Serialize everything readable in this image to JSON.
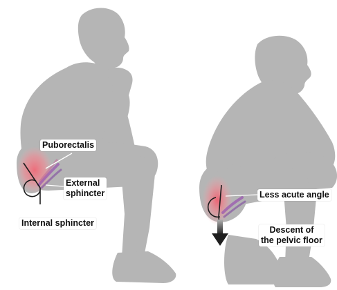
{
  "colors": {
    "silhouette": "#b5b5b5",
    "muscle_highlight": "#f06a78",
    "muscle_overlap": "#9a58b0",
    "line": "#1c1c1c",
    "label_bg": "#ffffff"
  },
  "left_figure": {
    "labels": {
      "puborectalis": "Puborectalis",
      "external_sphincter_1": "External",
      "external_sphincter_2": "sphincter",
      "internal_sphincter": "Internal sphincter"
    }
  },
  "right_figure": {
    "labels": {
      "less_acute_angle": "Less acute angle",
      "descent_1": "Descent of",
      "descent_2": "the pelvic floor"
    }
  },
  "icons": {
    "angle_marker": "angle-arc-icon",
    "descent_arrow": "down-arrow-icon"
  }
}
